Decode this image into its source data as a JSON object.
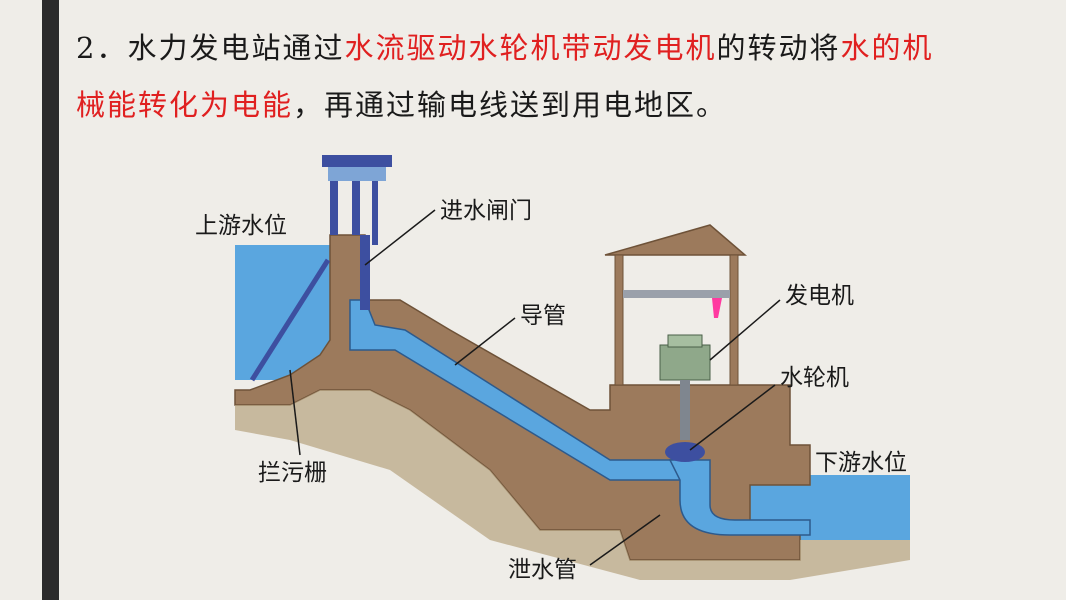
{
  "text": {
    "line1_prefix": "2．水力发电站通过",
    "line1_red1": "水流驱动水轮机带动发电机",
    "line1_mid": "的转动将",
    "line1_red2": "水的机",
    "line2_red": "械能转化为电能",
    "line2_suffix": "，再通过输电线送到用电地区。"
  },
  "diagram": {
    "labels": {
      "upstream_level": "上游水位",
      "intake_gate": "进水闸门",
      "penstock": "导管",
      "generator": "发电机",
      "turbine": "水轮机",
      "downstream_level": "下游水位",
      "trash_rack": "拦污栅",
      "tailrace": "泄水管"
    }
  },
  "colors": {
    "water": "#5aa6df",
    "earth": "#9c7a5c",
    "dark_blue": "#3d4fa0",
    "highlight": "#e02020"
  }
}
